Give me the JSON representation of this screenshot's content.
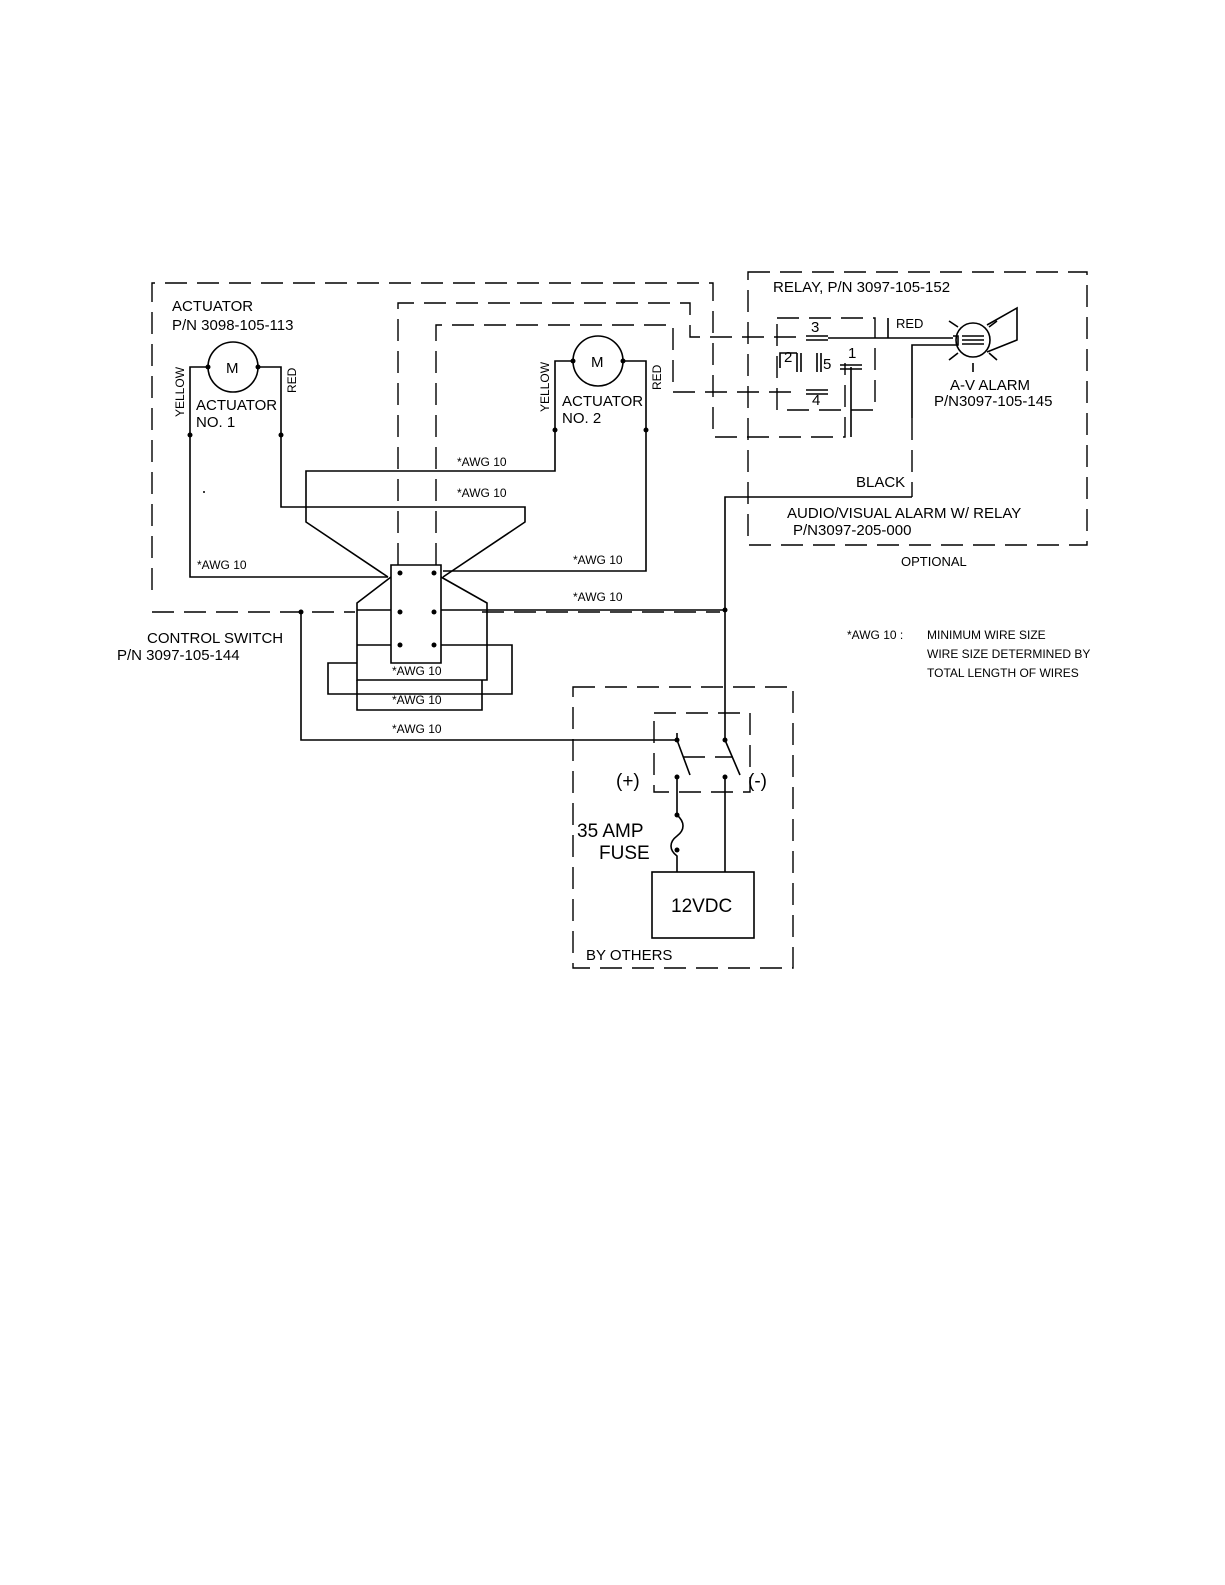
{
  "actuator_group": {
    "title": "ACTUATOR",
    "part_number": "P/N   3098-105-113"
  },
  "actuator_1": {
    "motor_symbol": "M",
    "name_line1": "ACTUATOR",
    "name_line2": "NO. 1",
    "wire_left": "YELLOW",
    "wire_right": "RED"
  },
  "actuator_2": {
    "motor_symbol": "M",
    "name_line1": "ACTUATOR",
    "name_line2": "NO. 2",
    "wire_left": "YELLOW",
    "wire_right": "RED"
  },
  "control_switch": {
    "title": "CONTROL SWITCH",
    "part_number": "P/N  3097-105-144"
  },
  "relay": {
    "title": "RELAY, P/N  3097-105-152",
    "pins": [
      "3",
      "2",
      "5",
      "1",
      "4"
    ]
  },
  "alarm": {
    "title": "A-V ALARM",
    "part_number": "P/N3097-105-145",
    "wire_red": "RED",
    "wire_black": "BLACK"
  },
  "alarm_kit": {
    "title": "AUDIO/VISUAL ALARM W/ RELAY",
    "part_number": "P/N3097-205-000",
    "status": "OPTIONAL"
  },
  "wire_labels": [
    "*AWG  10",
    "*AWG  10",
    "*AWG  10",
    "*AWG  10",
    "*AWG  10",
    "*AWG  10",
    "*AWG  10",
    "*AWG  10"
  ],
  "note": {
    "key": "*AWG  10 :",
    "line1": "MINIMUM  WIRE  SIZE",
    "line2": "WIRE  SIZE  DETERMINED  BY",
    "line3": "TOTAL  LENGTH  OF  WIRES"
  },
  "power": {
    "plus": "(+)",
    "minus": "(-)",
    "fuse_line1": "35  AMP",
    "fuse_line2": "FUSE",
    "battery": "12VDC",
    "group_label": "BY  OTHERS"
  }
}
